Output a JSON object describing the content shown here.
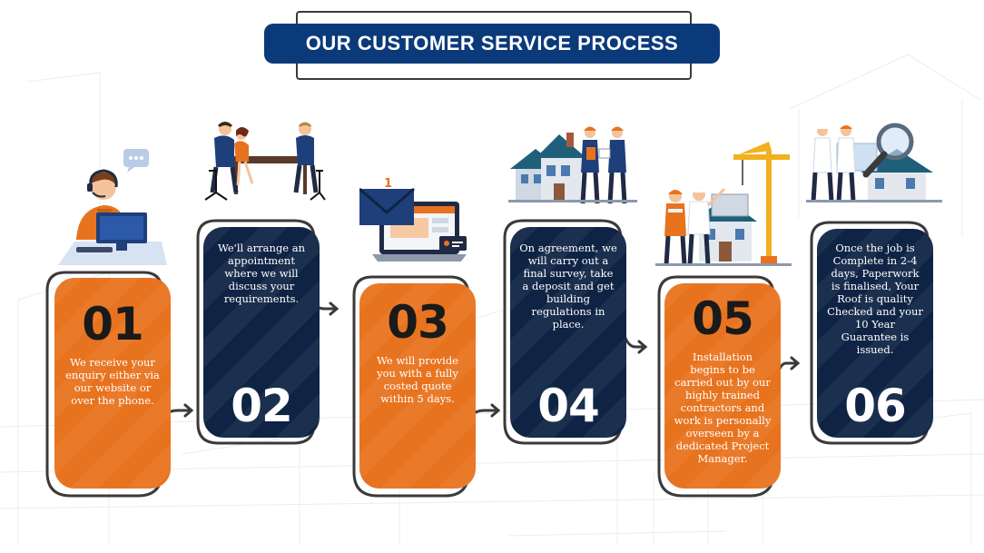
{
  "title": "OUR CUSTOMER SERVICE PROCESS",
  "colors": {
    "orange": "#e8731f",
    "navy": "#0f2444",
    "title_blue": "#0b3a7a",
    "outline": "#3a3a3a"
  },
  "steps": [
    {
      "number": "01",
      "text": "We receive your enquiry either via our website or over the phone."
    },
    {
      "number": "02",
      "text": "We'll arrange an appointment where we will discuss your requirements."
    },
    {
      "number": "03",
      "text": "We will provide you with a fully costed quote within 5 days."
    },
    {
      "number": "04",
      "text": "On agreement, we will carry out a final survey, take a deposit and get building regulations in place."
    },
    {
      "number": "05",
      "text": "Installation begins to be carried out by our highly trained contractors and work is personally overseen by a dedicated Project Manager."
    },
    {
      "number": "06",
      "text": "Once the job is Complete in 2-4 days, Paperwork is finalised, Your Roof is quality Checked and your 10 Year Guarantee is issued."
    }
  ],
  "illustrations": {
    "step1": "call-center-agent",
    "step2": "meeting-table",
    "step3": "email-laptop",
    "step4": "surveyors-houses",
    "step5": "construction-crane",
    "step6": "inspection-magnifier"
  },
  "email_badge": "1"
}
